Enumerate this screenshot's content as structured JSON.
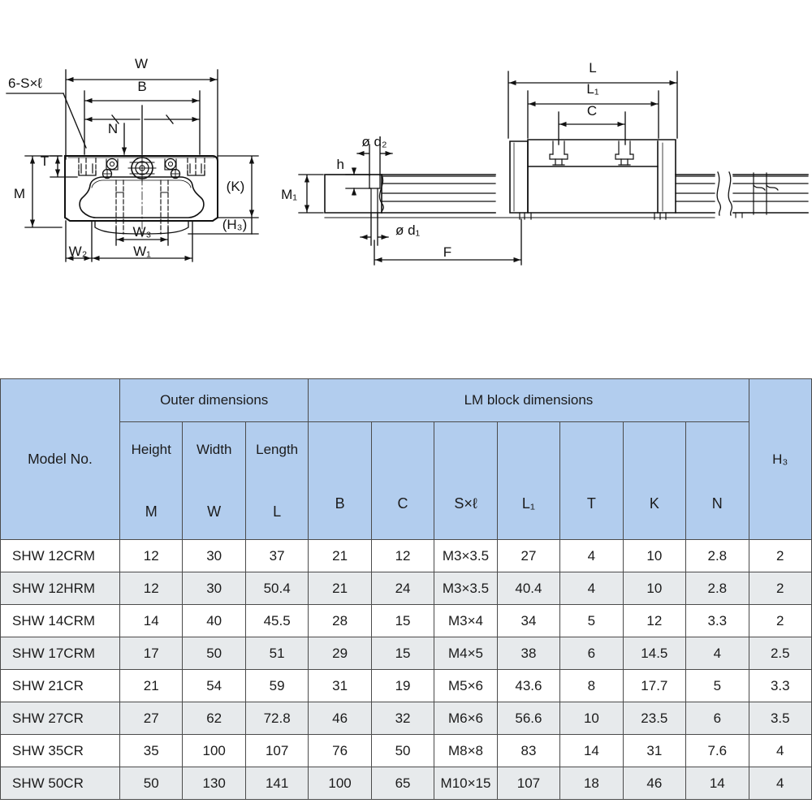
{
  "drawing": {
    "front_view": {
      "name": "LM block front cross-section view",
      "labels": {
        "screw_note": "6-S×ℓ",
        "W": "W",
        "B": "B",
        "N": "N",
        "T": "T",
        "M": "M",
        "K": "(K)",
        "H3": "(H₃)",
        "W1": "W₁",
        "W2": "W₂",
        "W3": "W₃"
      }
    },
    "side_view": {
      "name": "LM rail and block side view",
      "labels": {
        "L": "L",
        "L1": "L₁",
        "C": "C",
        "M1": "M₁",
        "h": "h",
        "d2": "ø d₂",
        "d1": "ø d₁",
        "F": "F"
      }
    }
  },
  "table": {
    "group_headers": [
      {
        "label": "",
        "span": 1
      },
      {
        "label": "Outer dimensions",
        "span": 3
      },
      {
        "label": "LM block dimensions",
        "span": 7
      },
      {
        "label": "",
        "span": 1
      }
    ],
    "model_header": "Model No.",
    "name_headers": [
      "Height",
      "Width",
      "Length",
      "",
      "",
      "",
      "",
      "",
      "",
      "",
      ""
    ],
    "symbol_headers": [
      "M",
      "W",
      "L",
      "B",
      "C",
      "S×ℓ",
      "L₁",
      "T",
      "K",
      "N",
      "H₃"
    ],
    "rows": [
      {
        "model": "SHW 12CRM",
        "values": [
          "12",
          "30",
          "37",
          "21",
          "12",
          "M3×3.5",
          "27",
          "4",
          "10",
          "2.8",
          "2"
        ]
      },
      {
        "model": "SHW 12HRM",
        "values": [
          "12",
          "30",
          "50.4",
          "21",
          "24",
          "M3×3.5",
          "40.4",
          "4",
          "10",
          "2.8",
          "2"
        ]
      },
      {
        "model": "SHW 14CRM",
        "values": [
          "14",
          "40",
          "45.5",
          "28",
          "15",
          "M3×4",
          "34",
          "5",
          "12",
          "3.3",
          "2"
        ]
      },
      {
        "model": "SHW 17CRM",
        "values": [
          "17",
          "50",
          "51",
          "29",
          "15",
          "M4×5",
          "38",
          "6",
          "14.5",
          "4",
          "2.5"
        ]
      },
      {
        "model": "SHW 21CR",
        "values": [
          "21",
          "54",
          "59",
          "31",
          "19",
          "M5×6",
          "43.6",
          "8",
          "17.7",
          "5",
          "3.3"
        ]
      },
      {
        "model": "SHW 27CR",
        "values": [
          "27",
          "62",
          "72.8",
          "46",
          "32",
          "M6×6",
          "56.6",
          "10",
          "23.5",
          "6",
          "3.5"
        ]
      },
      {
        "model": "SHW 35CR",
        "values": [
          "35",
          "100",
          "107",
          "76",
          "50",
          "M8×8",
          "83",
          "14",
          "31",
          "7.6",
          "4"
        ]
      },
      {
        "model": "SHW 50CR",
        "values": [
          "50",
          "130",
          "141",
          "100",
          "65",
          "M10×15",
          "107",
          "18",
          "46",
          "14",
          "4"
        ]
      }
    ]
  },
  "colors": {
    "header_blue": "#b2cdee",
    "row_alt_gray": "#e7eaec",
    "row_white": "#ffffff",
    "grid_line": "#4b4b4b",
    "drawing_line": "#111111"
  }
}
